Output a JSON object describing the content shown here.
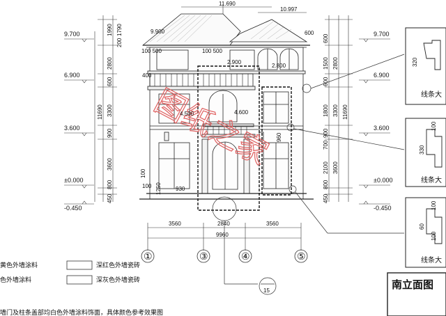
{
  "watermark": "图纸之家",
  "title": "南立面图",
  "dimensions": {
    "top_width": "11.690",
    "roof_right": "10.997",
    "eave_left": "9.900",
    "eave_right": "600",
    "left_elev": [
      "9.700",
      "6.900",
      "3.600",
      "±0.000",
      "-0.450"
    ],
    "right_elev": [
      "9.700",
      "6.900",
      "3.600",
      "±0.000",
      "-0.450"
    ],
    "left_col_a": [
      "1990",
      "1790",
      "200",
      "2800",
      "600",
      "3300",
      "900",
      "3600",
      "800",
      "450"
    ],
    "left_col_b": [
      "11690"
    ],
    "right_col_a": [
      "600",
      "1500",
      "600",
      "1800",
      "900",
      "700",
      "2100",
      "800",
      "450"
    ],
    "right_col_b": [
      "2800",
      "3300",
      "3600"
    ],
    "right_col_c": [
      "11690"
    ],
    "inner_labels": [
      "100 500",
      "100 500",
      "400",
      "2.900",
      "2.800",
      "4.500",
      "4.600",
      "960",
      "100",
      "1250",
      "930",
      "100"
    ],
    "bottom_dims": [
      "3560",
      "2840",
      "3560"
    ],
    "bottom_total": "9960",
    "axes": [
      "①",
      "③",
      "④",
      "⑤"
    ],
    "callout": "15"
  },
  "legend": [
    {
      "label": "黄色外墙涂料",
      "swatch": false
    },
    {
      "label": "深红色外墙瓷砖",
      "swatch": true
    },
    {
      "label": "色外墙涂料",
      "swatch": false
    },
    {
      "label": "深灰色外墙瓷砖",
      "swatch": true
    }
  ],
  "note": "墙门及柱条盖部均白色外墙涂料饰面，具体颜色参考效果图",
  "details": [
    "线条大",
    "线条大",
    "线条大"
  ],
  "detail_dims": [
    "320",
    "100",
    "330",
    "100",
    "60",
    "100"
  ]
}
